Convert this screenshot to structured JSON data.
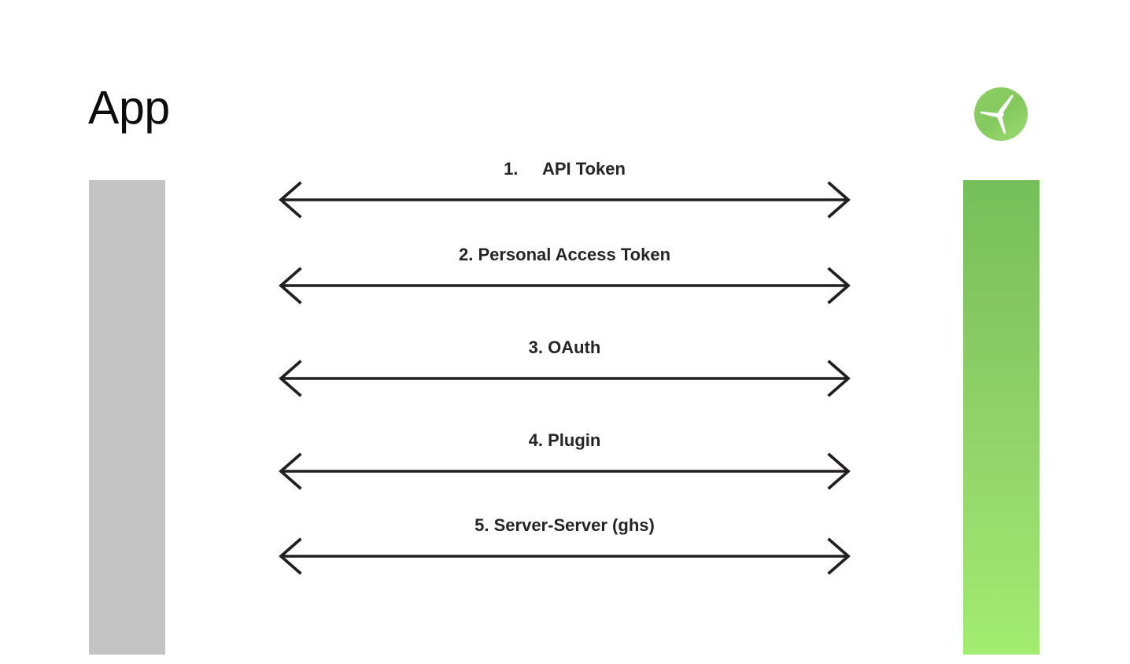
{
  "diagram": {
    "title": "App",
    "type": "sequence-diagram",
    "actors": [
      {
        "name": "app",
        "label": "App",
        "color": "#c3c3c3"
      },
      {
        "name": "service",
        "label": "",
        "icon": "propeller-logo-icon",
        "color_top": "#74bf5a",
        "color_bottom": "#a2ec71"
      }
    ],
    "messages": [
      {
        "number": "1.",
        "label": "1.\tAPI Token",
        "text": "API Token",
        "direction": "bidirectional"
      },
      {
        "number": "2.",
        "label": "2. Personal Access Token",
        "text": "Personal Access Token",
        "direction": "bidirectional"
      },
      {
        "number": "3.",
        "label": "3. OAuth",
        "text": "OAuth",
        "direction": "bidirectional"
      },
      {
        "number": "4.",
        "label": "4. Plugin",
        "text": "Plugin",
        "direction": "bidirectional"
      },
      {
        "number": "5.",
        "label": "5. Server-Server (ghs)",
        "text": "Server-Server (ghs)",
        "direction": "bidirectional"
      }
    ]
  },
  "colors": {
    "arrow": "#231f20",
    "label_text": "#262425",
    "title_text": "#0d0d0d",
    "background": "#ffffff"
  }
}
